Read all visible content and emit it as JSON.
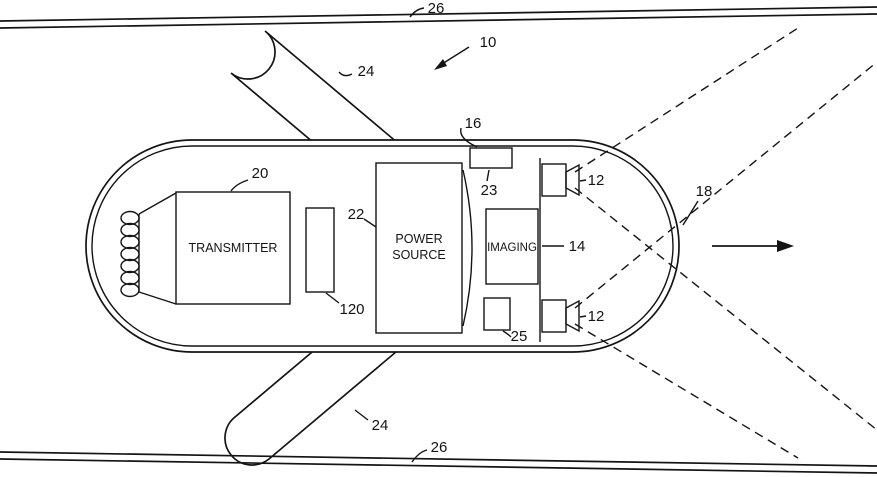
{
  "diagram": {
    "refs": {
      "r26_top": "26",
      "r26_bottom": "26",
      "r10": "10",
      "r24_top": "24",
      "r24_bottom": "24",
      "r16": "16",
      "r23": "23",
      "r12_top": "12",
      "r12_bottom": "12",
      "r18": "18",
      "r20": "20",
      "r22": "22",
      "r14": "14",
      "r120": "120",
      "r25": "25"
    },
    "components": {
      "transmitter": "TRANSMITTER",
      "power_line1": "POWER",
      "power_line2": "SOURCE",
      "imaging": "IMAGING"
    },
    "colors": {
      "ink": "#141414",
      "background": "#ffffff"
    }
  }
}
